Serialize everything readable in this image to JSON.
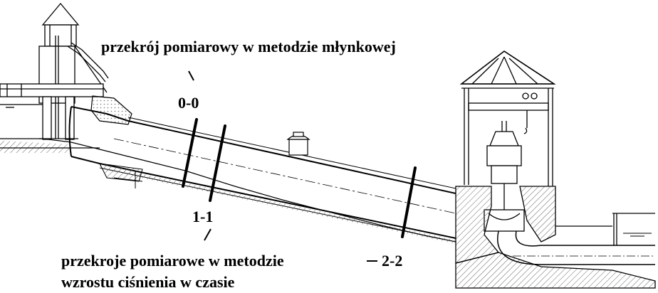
{
  "labels": {
    "title_top": "przekrój pomiarowy w metodzie młynkowej",
    "section_00": "0-0",
    "section_11": "1-1",
    "section_22": "2-2",
    "bottom_line1": "przekroje pomiarowe w metodzie",
    "bottom_line2": "wzrostu ciśnienia w czasie"
  },
  "colors": {
    "ink": "#000000",
    "hatch": "#555555",
    "fill": "#ffffff"
  }
}
